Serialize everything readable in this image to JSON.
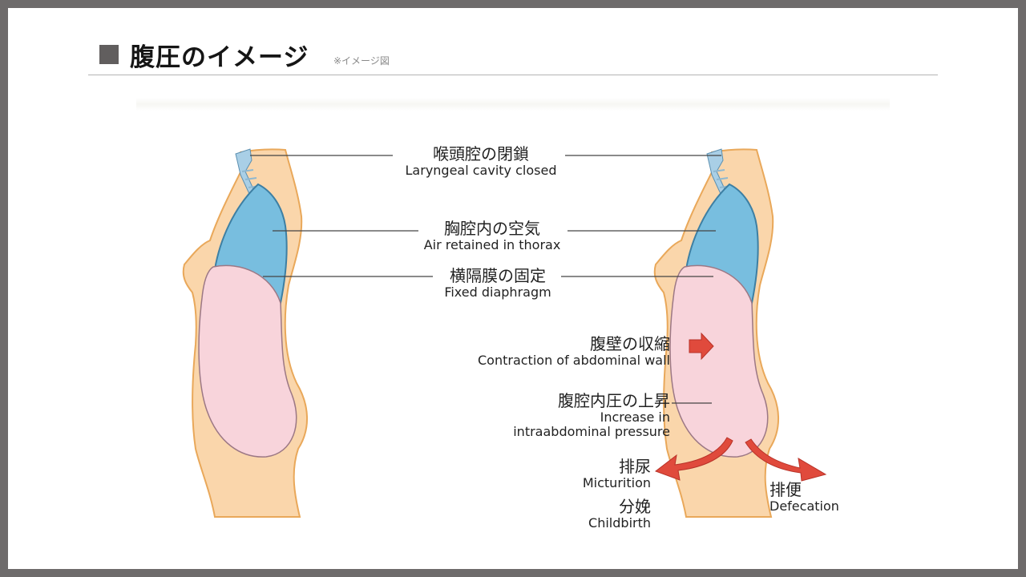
{
  "header": {
    "title": "腹圧のイメージ",
    "note": "※イメージ図"
  },
  "labels": {
    "larynx": {
      "jp": "喉頭腔の閉鎖",
      "en": "Laryngeal cavity closed"
    },
    "thorax_air": {
      "jp": "胸腔内の空気",
      "en": "Air retained in thorax"
    },
    "diaphragm": {
      "jp": "横隔膜の固定",
      "en": "Fixed diaphragm"
    },
    "abdominal_wall": {
      "jp": "腹壁の収縮",
      "en": "Contraction of abdominal wall"
    },
    "pressure": {
      "jp": "腹腔内圧の上昇",
      "en_line1": "Increase in",
      "en_line2": "intraabdominal pressure"
    },
    "micturition": {
      "jp": "排尿",
      "en": "Micturition"
    },
    "childbirth": {
      "jp": "分娩",
      "en": "Childbirth"
    },
    "defecation": {
      "jp": "排便",
      "en": "Defecation"
    }
  },
  "colors": {
    "body": "#fad6ab",
    "outline": "#e9a85a",
    "lung": "#78bedf",
    "lung_outline": "#3d7fa3",
    "abdomen": "#f8d4db",
    "abdomen_outline": "#9c7885",
    "arrow": "#e04a3c",
    "leader": "#444444"
  }
}
